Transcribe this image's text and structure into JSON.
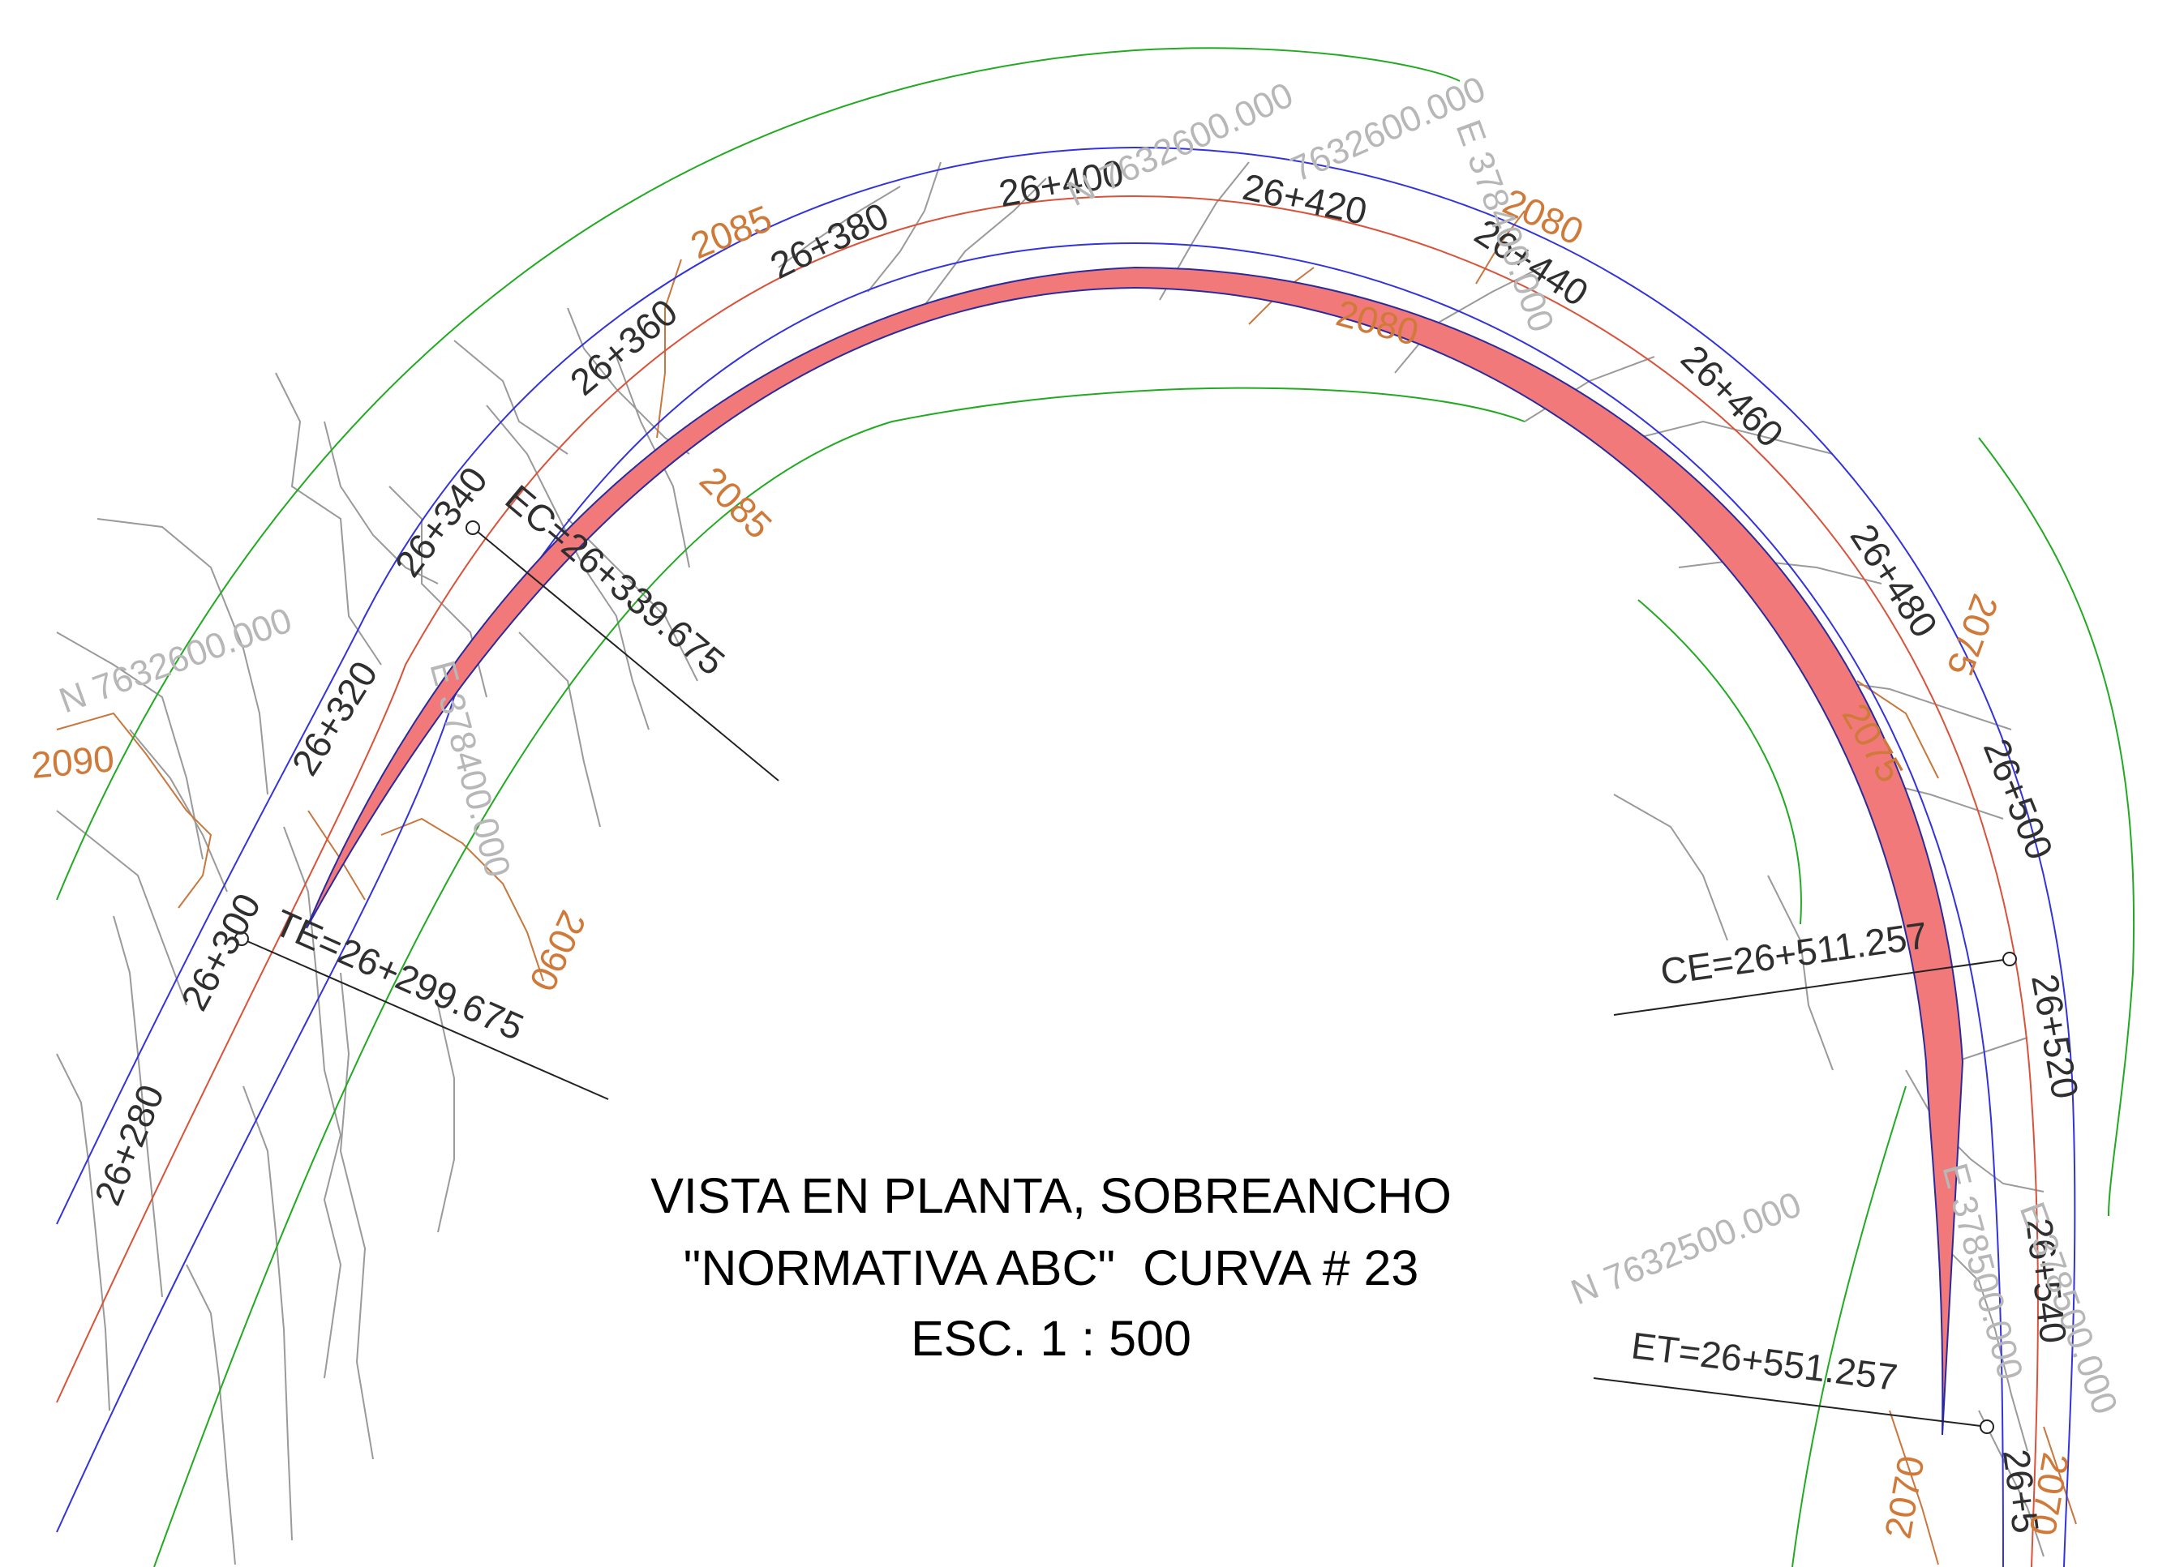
{
  "title": {
    "line1": "VISTA EN PLANTA, SOBREANCHO",
    "line2": "\"NORMATIVA ABC\"  CURVA # 23",
    "line3": "ESC. 1 : 500"
  },
  "stations": [
    "26+280",
    "26+300",
    "26+320",
    "26+340",
    "26+360",
    "26+380",
    "26+400",
    "26+420",
    "26+440",
    "26+460",
    "26+480",
    "26+500",
    "26+520",
    "26+540",
    "26+5"
  ],
  "curve_points": [
    {
      "label": "TE=26+299.675"
    },
    {
      "label": "EC=26+339.675"
    },
    {
      "label": "CE=26+511.257"
    },
    {
      "label": "ET=26+551.257"
    }
  ],
  "contour_labels": [
    "2085",
    "2085",
    "2080",
    "2080",
    "2075",
    "2075",
    "2090",
    "2090",
    "2070",
    "2070"
  ],
  "grid_labels": [
    "N 7632600.000",
    "N 7632600.000",
    "N 7632500.000",
    "7632600.000",
    "E 378400.000",
    "E 378400.000",
    "E 378500.000",
    "E 378500.000"
  ],
  "colors": {
    "alignment": "#d9533a",
    "road_edge": "#3333dd",
    "offset_line": "#22aa22",
    "terrain": "#9a9a9a",
    "contour": "#c9773d",
    "widening_fill": "#f27979",
    "widening_edge": "#2a2aa0",
    "grid_text": "#b7b7b7",
    "text": "#2f2f2f"
  }
}
